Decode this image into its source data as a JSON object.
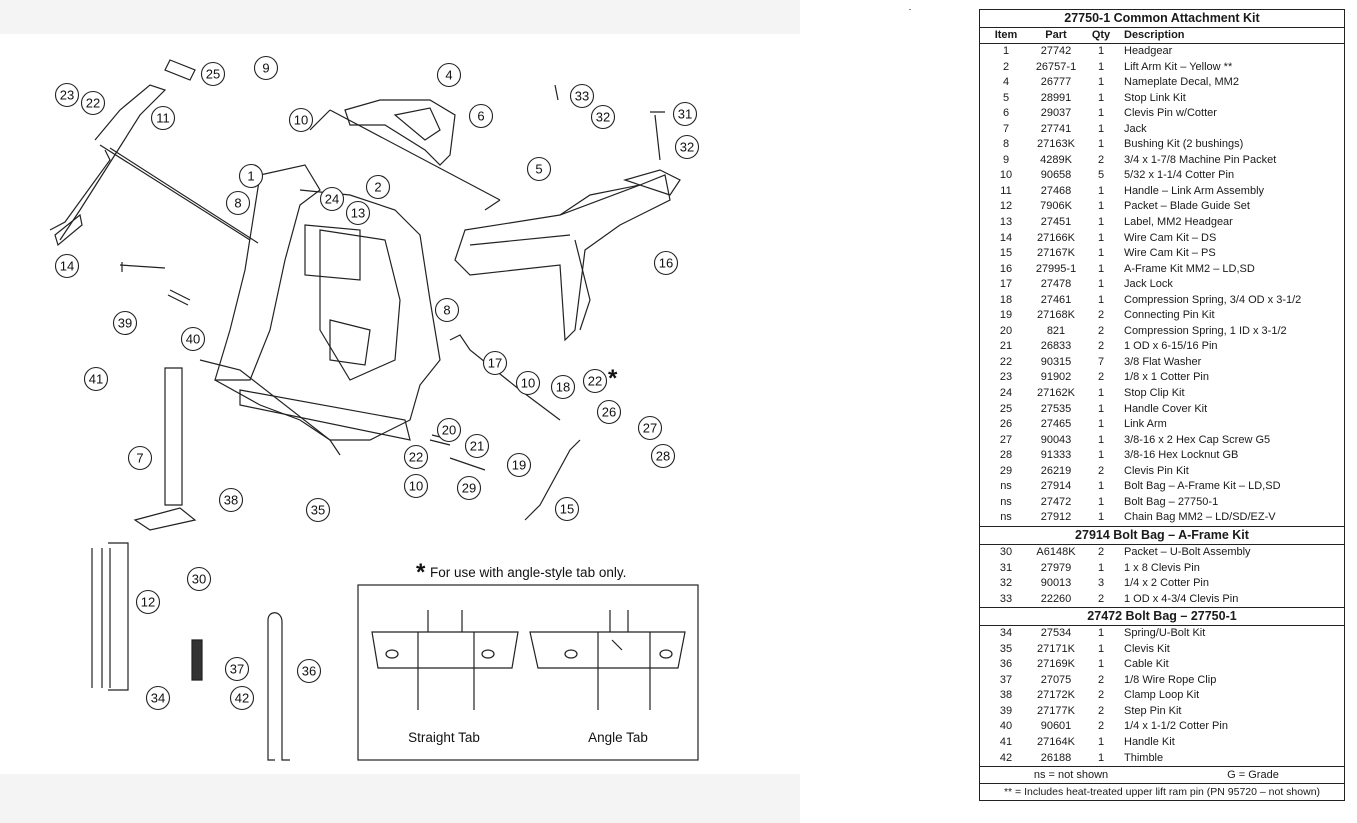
{
  "main_table": {
    "title": "27750-1  Common Attachment Kit",
    "columns": [
      "Item",
      "Part",
      "Qty",
      "Description"
    ],
    "rows": [
      [
        "1",
        "27742",
        "1",
        "Headgear"
      ],
      [
        "2",
        "26757-1",
        "1",
        "Lift Arm Kit – Yellow **"
      ],
      [
        "4",
        "26777",
        "1",
        "Nameplate Decal, MM2"
      ],
      [
        "5",
        "28991",
        "1",
        "Stop Link Kit"
      ],
      [
        "6",
        "29037",
        "1",
        "Clevis Pin w/Cotter"
      ],
      [
        "7",
        "27741",
        "1",
        "Jack"
      ],
      [
        "8",
        "27163K",
        "1",
        "Bushing Kit (2 bushings)"
      ],
      [
        "9",
        "4289K",
        "2",
        "3/4 x 1-7/8 Machine Pin Packet"
      ],
      [
        "10",
        "90658",
        "5",
        "5/32 x 1-1/4 Cotter Pin"
      ],
      [
        "11",
        "27468",
        "1",
        "Handle – Link Arm Assembly"
      ],
      [
        "12",
        "7906K",
        "1",
        "Packet – Blade Guide Set"
      ],
      [
        "13",
        "27451",
        "1",
        "Label, MM2 Headgear"
      ],
      [
        "14",
        "27166K",
        "1",
        "Wire Cam Kit – DS"
      ],
      [
        "15",
        "27167K",
        "1",
        "Wire Cam Kit – PS"
      ],
      [
        "16",
        "27995-1",
        "1",
        "A-Frame Kit MM2 – LD,SD"
      ],
      [
        "17",
        "27478",
        "1",
        "Jack Lock"
      ],
      [
        "18",
        "27461",
        "1",
        "Compression Spring, 3/4 OD x 3-1/2"
      ],
      [
        "19",
        "27168K",
        "2",
        "Connecting Pin Kit"
      ],
      [
        "20",
        "821",
        "2",
        "Compression Spring, 1 ID x 3-1/2"
      ],
      [
        "21",
        "26833",
        "2",
        "1 OD x 6-15/16 Pin"
      ],
      [
        "22",
        "90315",
        "7",
        "3/8 Flat Washer"
      ],
      [
        "23",
        "91902",
        "2",
        "1/8 x 1 Cotter Pin"
      ],
      [
        "24",
        "27162K",
        "1",
        "Stop Clip Kit"
      ],
      [
        "25",
        "27535",
        "1",
        "Handle Cover Kit"
      ],
      [
        "26",
        "27465",
        "1",
        "Link Arm"
      ],
      [
        "27",
        "90043",
        "1",
        "3/8-16 x 2 Hex Cap Screw G5"
      ],
      [
        "28",
        "91333",
        "1",
        "3/8-16 Hex Locknut GB"
      ],
      [
        "29",
        "26219",
        "2",
        "Clevis Pin Kit"
      ],
      [
        "ns",
        "27914",
        "1",
        "Bolt Bag – A-Frame Kit – LD,SD"
      ],
      [
        "ns",
        "27472",
        "1",
        "Bolt Bag – 27750-1"
      ],
      [
        "ns",
        "27912",
        "1",
        "Chain Bag MM2 – LD/SD/EZ-V"
      ]
    ]
  },
  "aframe_table": {
    "title": "27914  Bolt Bag – A-Frame Kit",
    "rows": [
      [
        "30",
        "A6148K",
        "2",
        "Packet – U-Bolt Assembly"
      ],
      [
        "31",
        "27979",
        "1",
        "1 x 8 Clevis Pin"
      ],
      [
        "32",
        "90013",
        "3",
        "1/4 x 2 Cotter Pin"
      ],
      [
        "33",
        "22260",
        "2",
        "1 OD x 4-3/4 Clevis Pin"
      ]
    ]
  },
  "boltbag_table": {
    "title": "27472  Bolt Bag – 27750-1",
    "rows": [
      [
        "34",
        "27534",
        "1",
        "Spring/U-Bolt Kit"
      ],
      [
        "35",
        "27171K",
        "1",
        "Clevis Kit"
      ],
      [
        "36",
        "27169K",
        "1",
        "Cable Kit"
      ],
      [
        "37",
        "27075",
        "2",
        "1/8 Wire Rope Clip"
      ],
      [
        "38",
        "27172K",
        "2",
        "Clamp Loop Kit"
      ],
      [
        "39",
        "27177K",
        "2",
        "Step Pin Kit"
      ],
      [
        "40",
        "90601",
        "2",
        "1/4 x 1-1/2 Cotter Pin"
      ],
      [
        "41",
        "27164K",
        "1",
        "Handle Kit"
      ],
      [
        "42",
        "26188",
        "1",
        "Thimble"
      ]
    ]
  },
  "legend": {
    "ns": "ns = not shown",
    "grade": "G = Grade",
    "note": "** = Includes heat-treated upper lift ram pin (PN 95720 – not shown)"
  },
  "diagram": {
    "asterisk_note": "For use with angle-style tab only.",
    "straight_tab_label": "Straight Tab",
    "angle_tab_label": "Angle Tab",
    "callouts": [
      "25",
      "9",
      "4",
      "33",
      "31",
      "23",
      "22",
      "11",
      "10",
      "6",
      "32",
      "32",
      "1",
      "24",
      "2",
      "5",
      "8",
      "13",
      "16",
      "14",
      "39",
      "40",
      "8",
      "17",
      "41",
      "10",
      "18",
      "22",
      "26",
      "27",
      "7",
      "20",
      "21",
      "28",
      "22",
      "19",
      "10",
      "29",
      "38",
      "35",
      "15",
      "12",
      "30",
      "37",
      "36",
      "42",
      "34"
    ]
  }
}
